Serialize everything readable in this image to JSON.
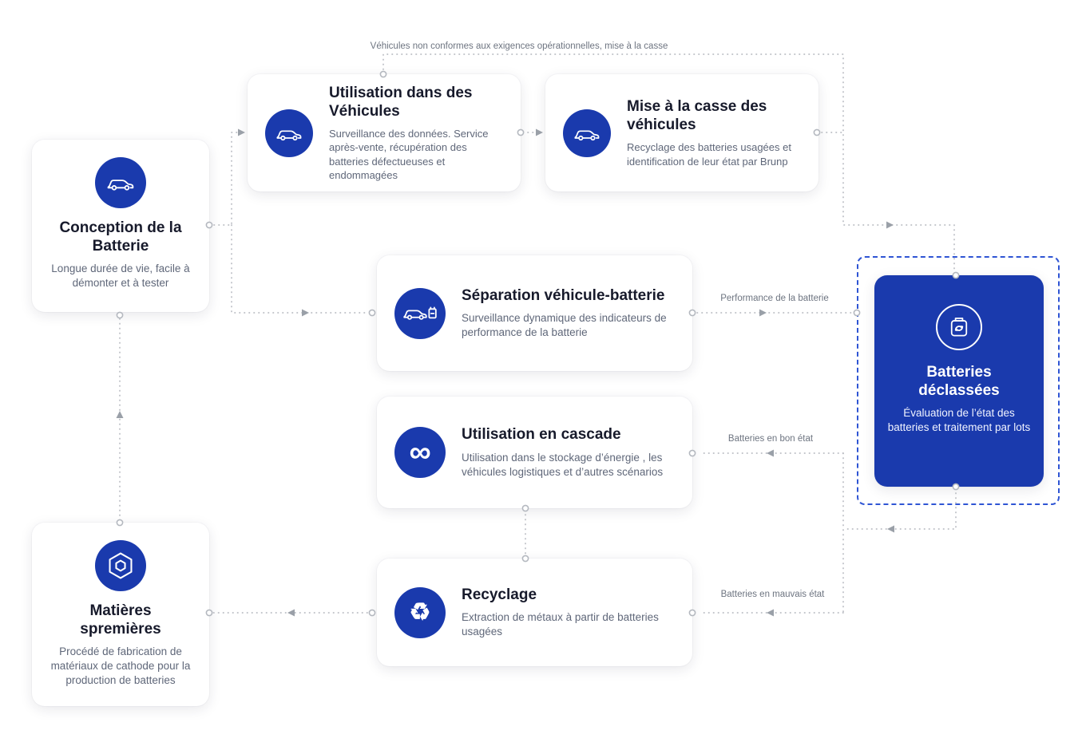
{
  "labels": {
    "top": "Véhicules non conformes aux exigences opérationnelles, mise à la casse",
    "performance": "Performance de la batterie",
    "good": "Batteries en bon état",
    "bad": "Batteries en mauvais état"
  },
  "cards": {
    "conception": {
      "title": "Conception de la Batterie",
      "desc": "Longue durée de vie, facile à démonter et à tester",
      "icon": "car-icon"
    },
    "utilisation": {
      "title": "Utilisation dans des Véhicules",
      "desc": "Surveillance des données. Service après-vente, récupération des batteries défectueuses et endommagées",
      "icon": "car-icon"
    },
    "casse": {
      "title": "Mise à la casse des véhicules",
      "desc": "Recyclage des batteries usagées et identification de leur état par Brunp",
      "icon": "car-icon"
    },
    "separation": {
      "title": "Séparation véhicule-batterie",
      "desc": "Surveillance dynamique des indicateurs de performance de la batterie",
      "icon": "car-battery-icon"
    },
    "cascade": {
      "title": "Utilisation en cascade",
      "desc": "Utilisation dans le stockage d’énergie , les véhicules logistiques et d’autres scénarios",
      "icon": "infinity-icon",
      "glyph": "∞"
    },
    "recyclage": {
      "title": "Recyclage",
      "desc": "Extraction de métaux à partir de batteries usagées",
      "icon": "recycle-icon",
      "glyph": "♻"
    },
    "matieres": {
      "title": "Matières spremières",
      "desc": "Procédé de fabrication de matériaux de cathode pour la production de batteries",
      "icon": "hexagon-nut-icon"
    },
    "declassees": {
      "title": "Batteries déclassées",
      "desc": "Évaluation de l’état des batteries et traitement par lots",
      "icon": "battery-recycle-icon"
    }
  },
  "colors": {
    "brand_blue": "#1a3aad",
    "connector": "#b9bcc2",
    "arrow": "#9aa0a8",
    "label_gray": "#6d7480",
    "dashed_border": "#2f55d4",
    "card_bg": "#ffffff"
  }
}
